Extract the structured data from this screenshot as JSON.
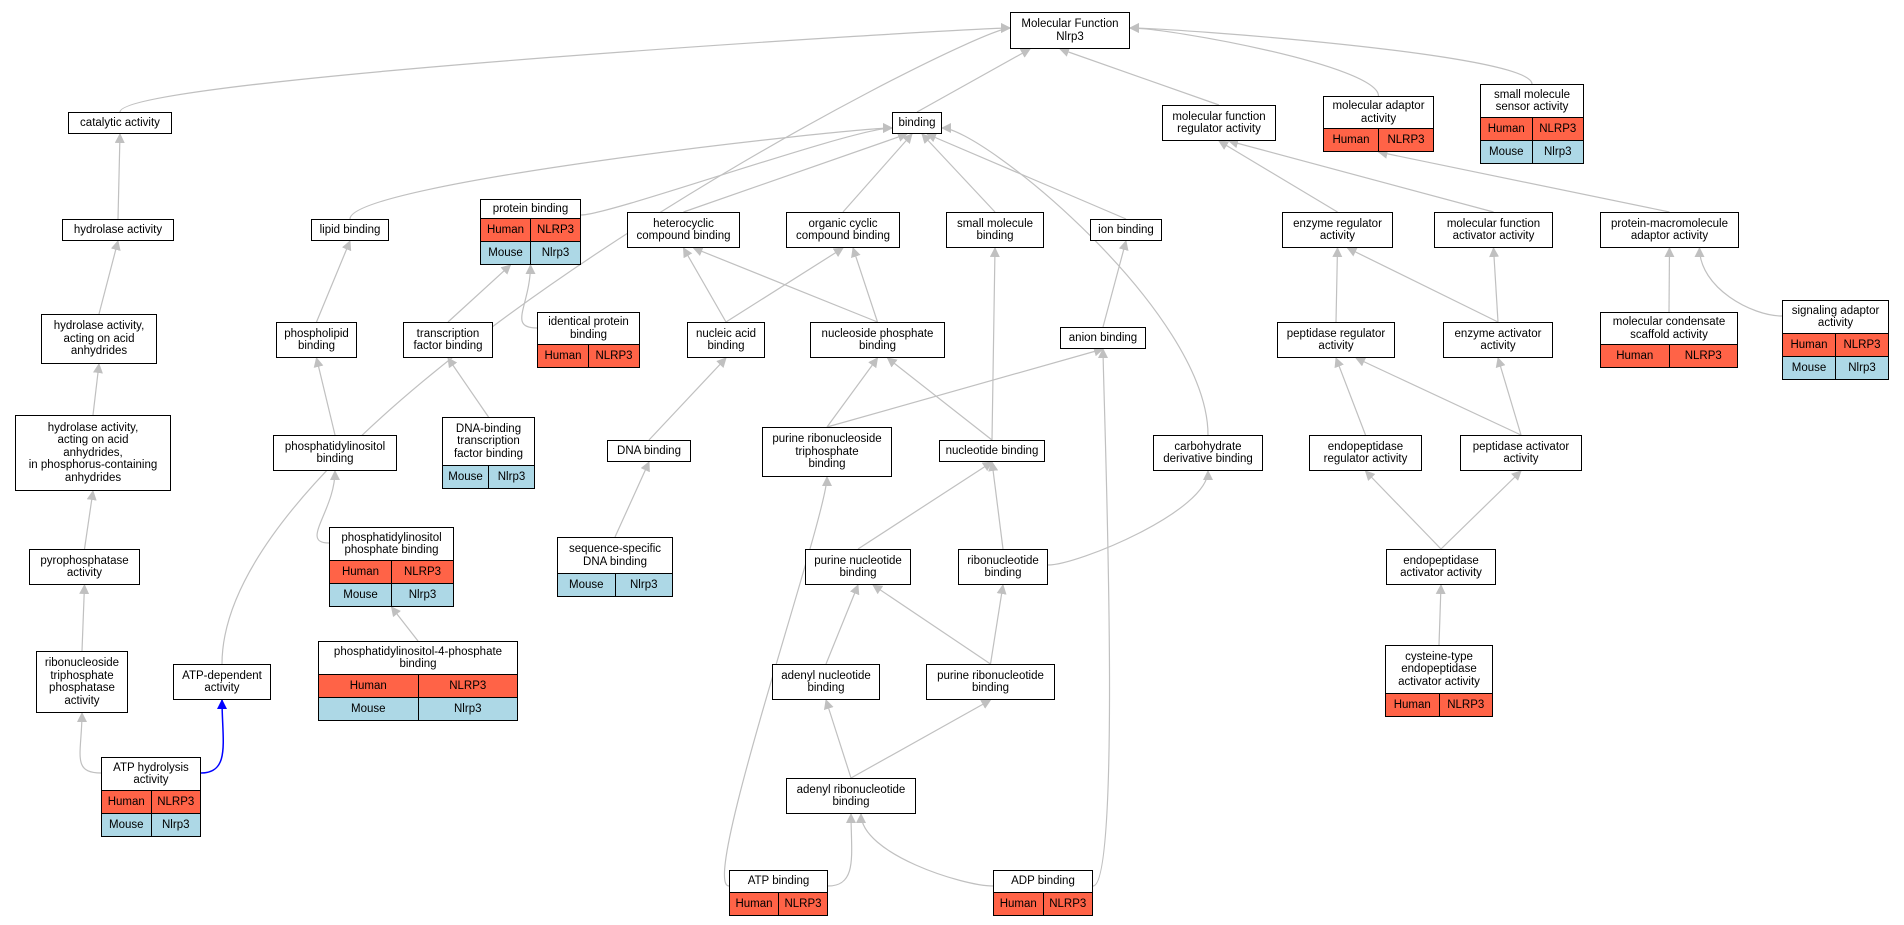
{
  "colors": {
    "edge": "#c0c0c0",
    "highlight_edge": "#0000ff",
    "human": "#ff6347",
    "mouse": "#add8e6"
  },
  "nodes": {
    "mf": {
      "label": "Molecular Function\nNlrp3"
    },
    "cat": {
      "label": "catalytic activity"
    },
    "bind": {
      "label": "binding"
    },
    "mfreg": {
      "label": "molecular function\nregulator activity"
    },
    "molad": {
      "label": "molecular adaptor\nactivity",
      "human": [
        "Human",
        "NLRP3"
      ]
    },
    "sms": {
      "label": "small molecule\nsensor activity",
      "human": [
        "Human",
        "NLRP3"
      ],
      "mouse": [
        "Mouse",
        "Nlrp3"
      ]
    },
    "hyd": {
      "label": "hydrolase activity"
    },
    "lipid": {
      "label": "lipid binding"
    },
    "prot": {
      "label": "protein binding",
      "human": [
        "Human",
        "NLRP3"
      ],
      "mouse": [
        "Mouse",
        "Nlrp3"
      ]
    },
    "hetero": {
      "label": "heterocyclic\ncompound binding"
    },
    "orgcyc": {
      "label": "organic cyclic\ncompound binding"
    },
    "smb": {
      "label": "small molecule\nbinding"
    },
    "ion": {
      "label": "ion binding"
    },
    "enzreg": {
      "label": "enzyme regulator\nactivity"
    },
    "mfact": {
      "label": "molecular function\nactivator activity"
    },
    "pmaa": {
      "label": "protein-macromolecule\nadaptor activity"
    },
    "hydaa": {
      "label": "hydrolase activity,\nacting on acid\nanhydrides"
    },
    "phospholip": {
      "label": "phospholipid\nbinding"
    },
    "tfb": {
      "label": "transcription\nfactor binding"
    },
    "idprot": {
      "label": "identical protein\nbinding",
      "human": [
        "Human",
        "NLRP3"
      ]
    },
    "nuca": {
      "label": "nucleic acid\nbinding"
    },
    "nsp": {
      "label": "nucleoside phosphate\nbinding"
    },
    "anion": {
      "label": "anion binding"
    },
    "pepreg": {
      "label": "peptidase regulator\nactivity"
    },
    "enzact": {
      "label": "enzyme activator\nactivity"
    },
    "mcsa": {
      "label": "molecular condensate\nscaffold activity",
      "human": [
        "Human",
        "NLRP3"
      ]
    },
    "sigad": {
      "label": "signaling adaptor\nactivity",
      "human": [
        "Human",
        "NLRP3"
      ],
      "mouse": [
        "Mouse",
        "Nlrp3"
      ]
    },
    "hydpho": {
      "label": "hydrolase activity,\nacting on acid\nanhydrides,\nin phosphorus-containing\nanhydrides"
    },
    "ptdins": {
      "label": "phosphatidylinositol\nbinding"
    },
    "dnatf": {
      "label": "DNA-binding\ntranscription\nfactor binding",
      "mouse": [
        "Mouse",
        "Nlrp3"
      ]
    },
    "dna": {
      "label": "DNA binding"
    },
    "prntp": {
      "label": "purine ribonucleoside\ntriphosphate\nbinding"
    },
    "nuc": {
      "label": "nucleotide binding"
    },
    "carb": {
      "label": "carbohydrate\nderivative binding"
    },
    "endoreg": {
      "label": "endopeptidase\nregulator activity"
    },
    "pepact": {
      "label": "peptidase activator\nactivity"
    },
    "ppase": {
      "label": "pyrophosphatase\nactivity"
    },
    "pip": {
      "label": "phosphatidylinositol\nphosphate binding",
      "human": [
        "Human",
        "NLRP3"
      ],
      "mouse": [
        "Mouse",
        "Nlrp3"
      ]
    },
    "ssdna": {
      "label": "sequence-specific\nDNA binding",
      "mouse": [
        "Mouse",
        "Nlrp3"
      ]
    },
    "pnb": {
      "label": "purine nucleotide\nbinding"
    },
    "rnb": {
      "label": "ribonucleotide\nbinding"
    },
    "endoact": {
      "label": "endopeptidase\nactivator activity"
    },
    "rntpase": {
      "label": "ribonucleoside\ntriphosphate\nphosphatase\nactivity"
    },
    "atpdep": {
      "label": "ATP-dependent\nactivity"
    },
    "pi4p": {
      "label": "phosphatidylinositol-4-phosphate\nbinding",
      "human": [
        "Human",
        "NLRP3"
      ],
      "mouse": [
        "Mouse",
        "Nlrp3"
      ]
    },
    "adenyl": {
      "label": "adenyl nucleotide\nbinding"
    },
    "prnb": {
      "label": "purine ribonucleotide\nbinding"
    },
    "cysteine": {
      "label": "cysteine-type\nendopeptidase\nactivator activity",
      "human": [
        "Human",
        "NLRP3"
      ]
    },
    "atphyd": {
      "label": "ATP hydrolysis\nactivity",
      "human": [
        "Human",
        "NLRP3"
      ],
      "mouse": [
        "Mouse",
        "Nlrp3"
      ]
    },
    "adrib": {
      "label": "adenyl ribonucleotide\nbinding"
    },
    "atpb": {
      "label": "ATP binding",
      "human": [
        "Human",
        "NLRP3"
      ]
    },
    "adpb": {
      "label": "ADP binding",
      "human": [
        "Human",
        "NLRP3"
      ]
    }
  }
}
